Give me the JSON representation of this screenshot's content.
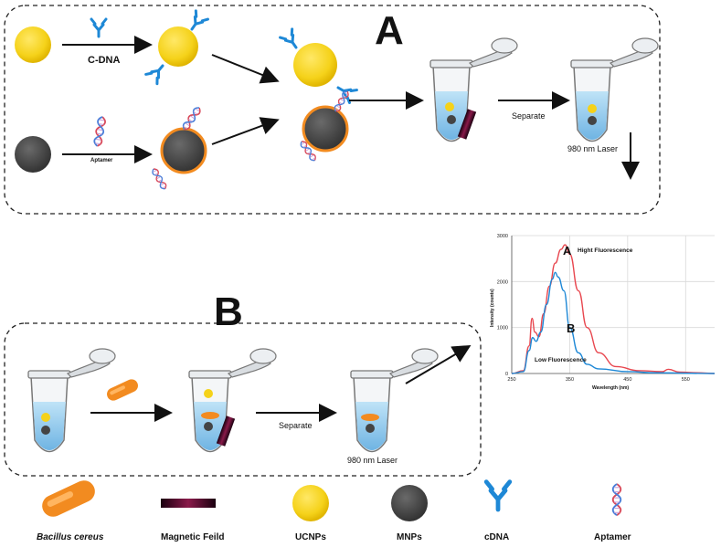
{
  "panel_a": {
    "title": "A",
    "cdna_label": "C-DNA",
    "aptamer_label": "Aptamer",
    "separate_label": "Separate",
    "laser_label": "980 nm Laser"
  },
  "panel_b": {
    "title": "B",
    "separate_label": "Separate",
    "laser_label": "980 nm Laser"
  },
  "chart_data": {
    "type": "line",
    "xlabel": "Wavelength (nm)",
    "ylabel": "Intensity (counts)",
    "xlim": [
      250,
      600
    ],
    "ylim": [
      0,
      3000
    ],
    "xticks": [
      250,
      350,
      450,
      550
    ],
    "yticks": [
      0,
      1000,
      2000,
      3000
    ],
    "grid": true,
    "series": [
      {
        "name": "A",
        "annotation": "Hight Fluorescence",
        "color": "#e8474f",
        "x": [
          250,
          270,
          280,
          285,
          290,
          297,
          305,
          315,
          325,
          335,
          342,
          350,
          365,
          380,
          400,
          430,
          470,
          510,
          520,
          540,
          570,
          600
        ],
        "y": [
          0,
          60,
          600,
          1200,
          900,
          800,
          1300,
          1900,
          2400,
          2700,
          2800,
          2600,
          1800,
          1000,
          450,
          150,
          60,
          40,
          90,
          30,
          15,
          0
        ]
      },
      {
        "name": "B",
        "annotation": "Low Fluorescence",
        "color": "#1e88d6",
        "x": [
          250,
          270,
          280,
          286,
          292,
          300,
          310,
          320,
          325,
          330,
          340,
          350,
          365,
          380,
          400,
          450,
          500,
          600
        ],
        "y": [
          0,
          40,
          500,
          780,
          700,
          900,
          1500,
          2050,
          2200,
          2100,
          1800,
          1000,
          450,
          200,
          100,
          40,
          15,
          0
        ]
      }
    ]
  },
  "legend": {
    "bacillus": "Bacillus cereus",
    "magnetic": "Magnetic Feild",
    "ucnps": "UCNPs",
    "mnps": "MNPs",
    "cdna": "cDNA",
    "aptamer": "Aptamer"
  },
  "colors": {
    "ucnp": "#f5d21a",
    "mnp": "#4a4a4a",
    "cdna": "#1e88d6",
    "bacillus": "#f28b20",
    "title_a": "#e8474f",
    "title_b": "#1e88d6"
  }
}
